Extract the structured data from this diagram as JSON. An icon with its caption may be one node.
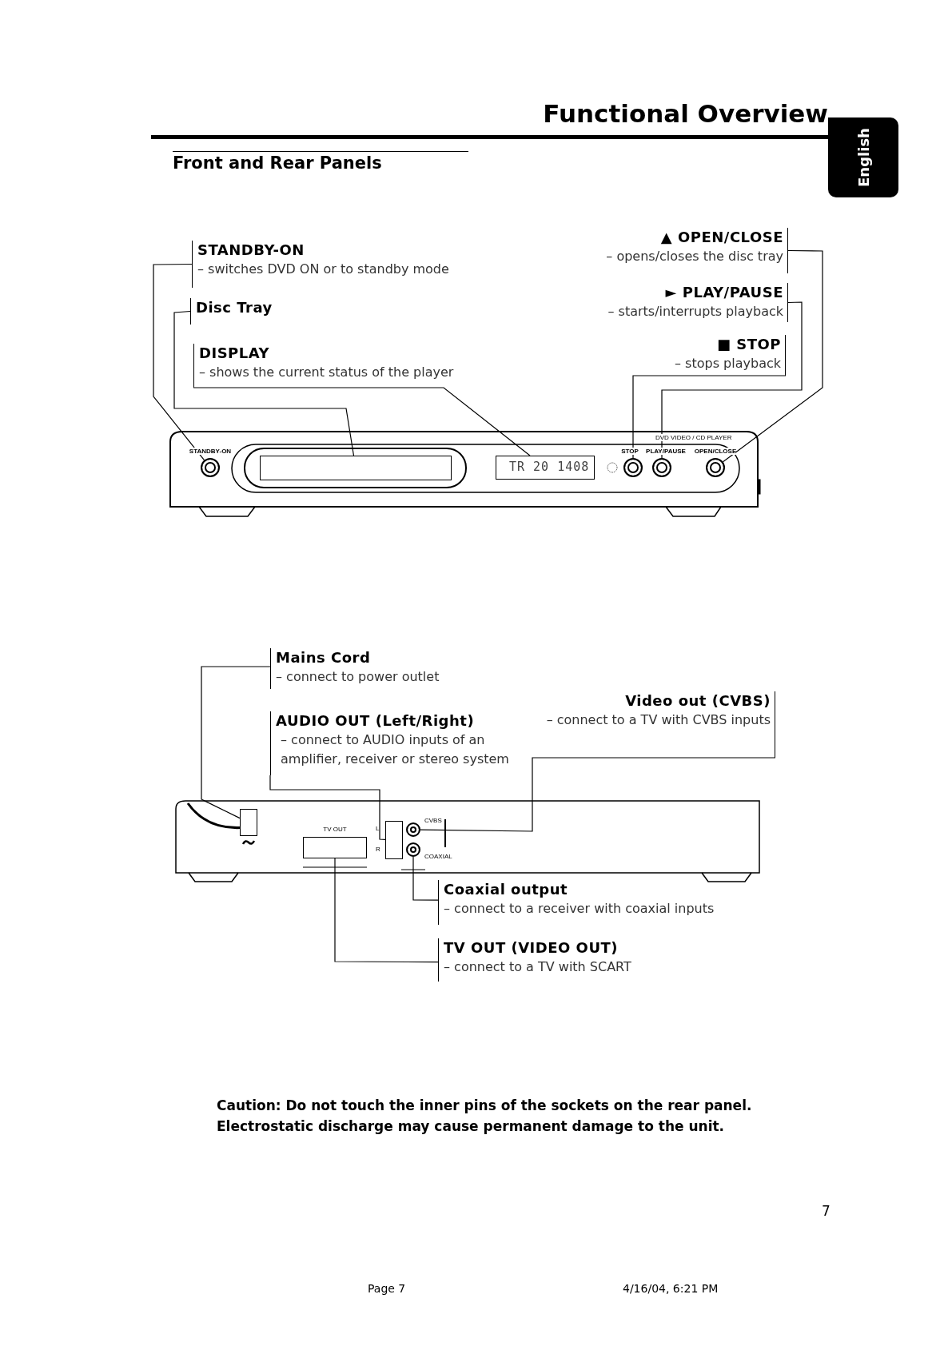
{
  "diagram": {
    "title": "Functional Overview",
    "nodes": [
      {
        "text": [
          "STANDBY-ON",
          "– switches DVD ON or to standby mode"
        ]
      },
      {
        "text": [
          "Disc Tray"
        ]
      },
      {
        "text": [
          "DISPLAY",
          "– shows the current status of the player"
        ]
      },
      {
        "text": [
          "▲ OPEN/CLOSE",
          "– opens/closes the disc tray"
        ]
      },
      {
        "text": [
          "► PLAY/PAUSE",
          "– starts/interrupts playback"
        ]
      },
      {
        "text": [
          "■ STOP",
          "– stops playback"
        ]
      },
      {
        "text": [],
        "shape": "circle"
      },
      {
        "text": [],
        "shape": "box"
      },
      {
        "text": [
          "TR 20 1408"
        ]
      },
      {
        "text": [],
        "shape": "circle"
      },
      {
        "text": [],
        "shape": "circle"
      },
      {
        "text": [],
        "shape": "circle"
      },
      {
        "text": [
          "Mains Cord",
          "– connect to power outlet"
        ]
      },
      {
        "text": [
          "AUDIO OUT (Left/Right)",
          "– connect to AUDIO inputs of an amplifier, receiver or stereo system"
        ]
      },
      {
        "text": [
          "Video out (CVBS)",
          "– connect to a TV with CVBS inputs"
        ]
      },
      {
        "text": [
          "Coaxial output",
          "– connect to a receiver with coaxial inputs"
        ]
      },
      {
        "text": [
          "TV OUT (VIDEO OUT)",
          "– connect to a TV with SCART"
        ]
      },
      {
        "text": [],
        "shape": "box"
      },
      {
        "text": [],
        "shape": "box"
      },
      {
        "text": [],
        "shape": "circle"
      },
      {
        "text": [],
        "shape": "circle"
      },
      {
        "text": [],
        "shape": "box"
      }
    ],
    "edges": [
      {
        "from": 0,
        "to": 6,
        "arrow": "none"
      },
      {
        "from": 1,
        "to": 7,
        "arrow": "none"
      },
      {
        "from": 2,
        "to": 8,
        "arrow": "none"
      },
      {
        "from": 3,
        "to": 11,
        "arrow": "none"
      },
      {
        "from": 4,
        "to": 10,
        "arrow": "none"
      },
      {
        "from": 5,
        "to": 9,
        "arrow": "none"
      },
      {
        "from": 12,
        "to": 17,
        "arrow": "none"
      },
      {
        "from": 13,
        "to": 18,
        "arrow": "none"
      },
      {
        "from": 14,
        "to": 19,
        "arrow": "none"
      },
      {
        "from": 15,
        "to": 20,
        "arrow": "none"
      },
      {
        "from": 16,
        "to": 21,
        "arrow": "none"
      }
    ],
    "labels": [
      "English",
      "Front and Rear Panels",
      "STANDBY-ON",
      "DVD VIDEO / CD PLAYER",
      "STOP",
      "PLAY/PAUSE",
      "OPEN/CLOSE",
      "TV OUT",
      "L",
      "R",
      "CVBS",
      "COAXIAL",
      "Caution: Do not touch the inner pins of the sockets on the rear panel. Electrostatic discharge may cause permanent damage to the unit.",
      "7",
      "Page 7",
      "4/16/04, 6:21 PM"
    ]
  }
}
